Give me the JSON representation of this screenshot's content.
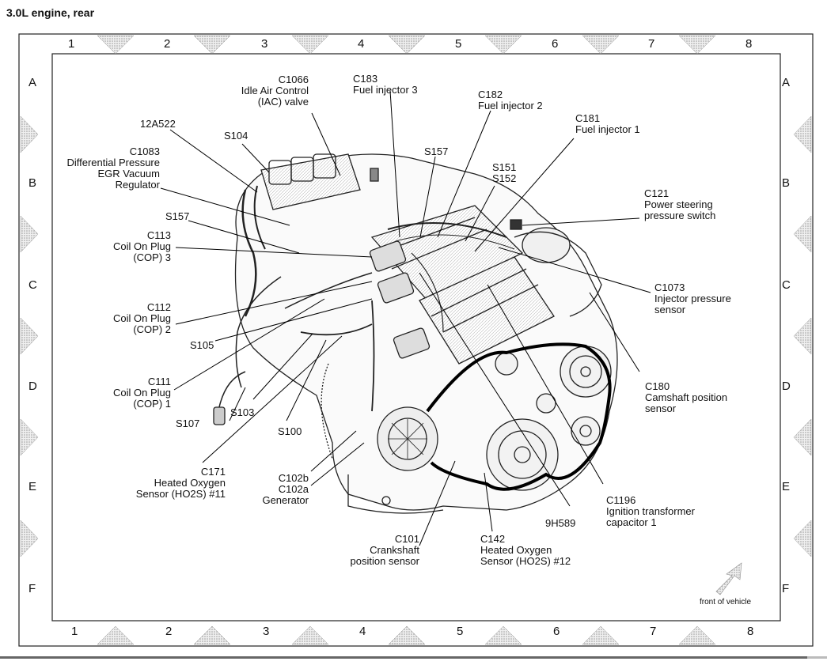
{
  "title": "3.0L engine, rear",
  "grid": {
    "columns": [
      "1",
      "2",
      "3",
      "4",
      "5",
      "6",
      "7",
      "8"
    ],
    "rows": [
      "A",
      "B",
      "C",
      "D",
      "E",
      "F"
    ]
  },
  "labels": {
    "c1066": [
      "C1066",
      "Idle Air Control",
      "(IAC) valve"
    ],
    "c183": [
      "C183",
      "Fuel injector 3"
    ],
    "c182": [
      "C182",
      "Fuel injector 2"
    ],
    "c181": [
      "C181",
      "Fuel injector 1"
    ],
    "12a522": [
      "12A522"
    ],
    "s104": [
      "S104"
    ],
    "c1083": [
      "C1083",
      "Differential Pressure",
      "EGR Vacuum",
      "Regulator"
    ],
    "s157a": [
      "S157"
    ],
    "s151": [
      "S151",
      "S152"
    ],
    "c121": [
      "C121",
      "Power steering",
      "pressure switch"
    ],
    "s157b": [
      "S157"
    ],
    "c113": [
      "C113",
      "Coil On Plug",
      "(COP) 3"
    ],
    "c1073": [
      "C1073",
      "Injector pressure",
      "sensor"
    ],
    "c112": [
      "C112",
      "Coil On Plug",
      "(COP) 2"
    ],
    "s105": [
      "S105"
    ],
    "c111": [
      "C111",
      "Coil On Plug",
      "(COP) 1"
    ],
    "c180": [
      "C180",
      "Camshaft position",
      "sensor"
    ],
    "s103": [
      "S103"
    ],
    "s107": [
      "S107"
    ],
    "s100": [
      "S100"
    ],
    "c171": [
      "C171",
      "Heated Oxygen",
      "Sensor (HO2S) #11"
    ],
    "c102": [
      "C102b",
      "C102a",
      "Generator"
    ],
    "c1196": [
      "C1196",
      "Ignition transformer",
      "capacitor 1"
    ],
    "9h589": [
      "9H589"
    ],
    "c101": [
      "C101",
      "Crankshaft",
      "position sensor"
    ],
    "c142": [
      "C142",
      "Heated Oxygen",
      "Sensor (HO2S) #12"
    ]
  },
  "front_of_vehicle": "front of vehicle"
}
